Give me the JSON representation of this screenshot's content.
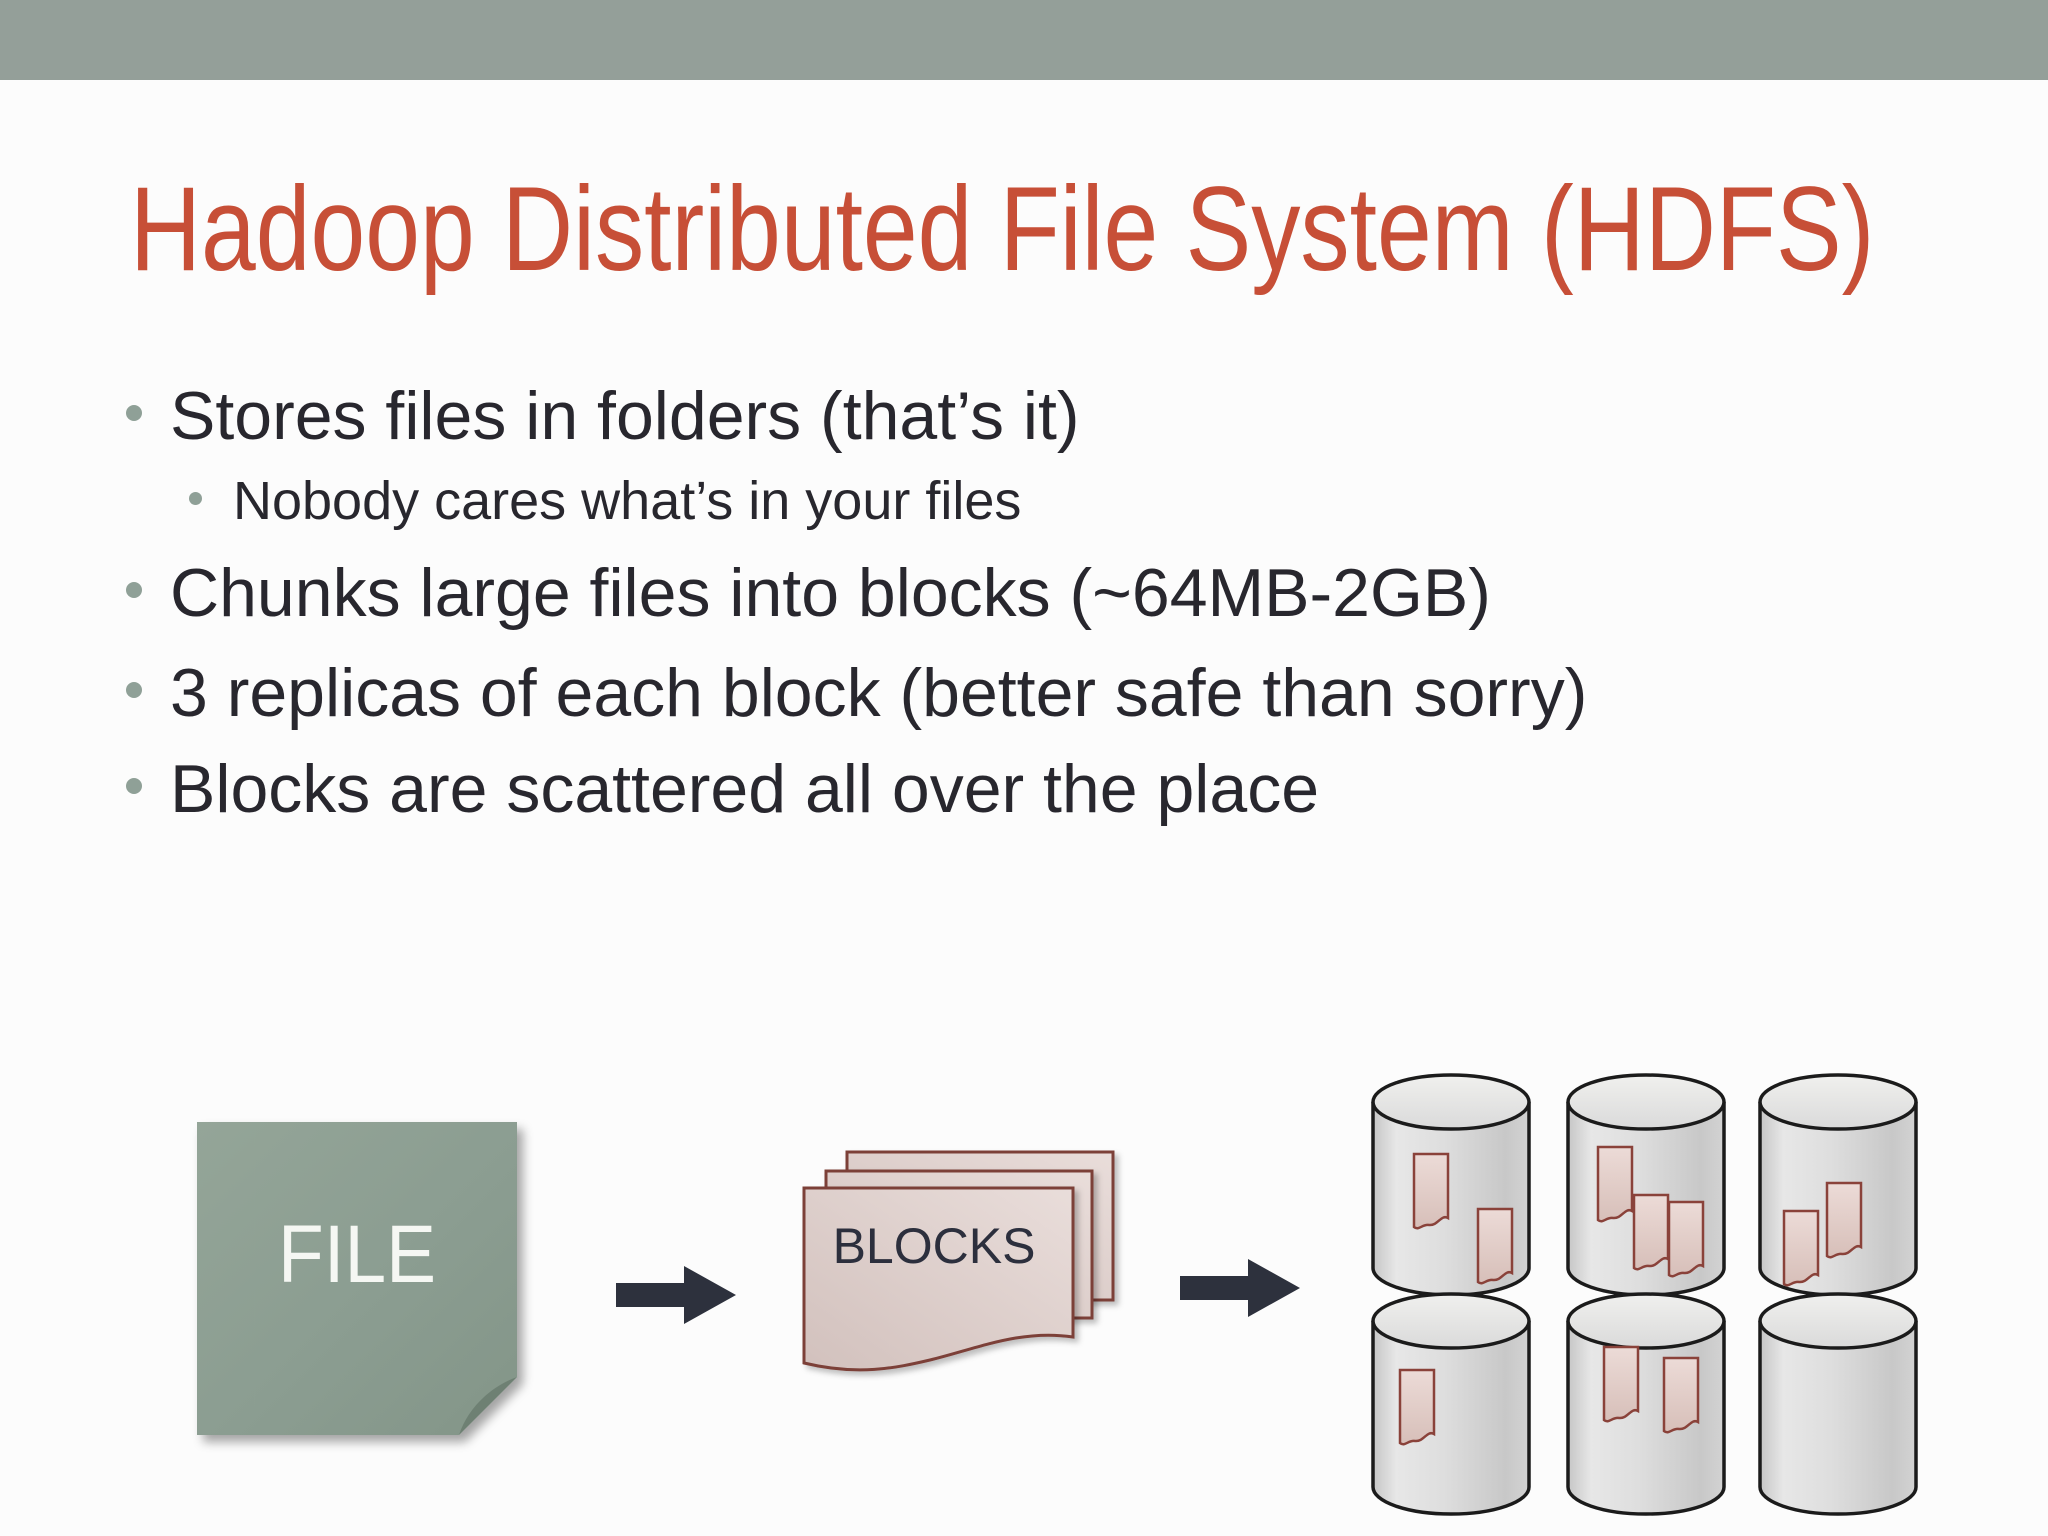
{
  "slide": {
    "title": "Hadoop Distributed File System (HDFS)",
    "bullets": [
      {
        "level": 1,
        "text": "Stores files in folders (that’s it)"
      },
      {
        "level": 2,
        "text": "Nobody cares what’s in your files"
      },
      {
        "level": 1,
        "text": "Chunks large files into blocks (~64MB-2GB)"
      },
      {
        "level": 1,
        "text": "3 replicas of each block (better safe than sorry)"
      },
      {
        "level": 1,
        "text": "Blocks are scattered all over the place"
      }
    ]
  },
  "diagram": {
    "file_label": "FILE",
    "blocks_label": "BLOCKS",
    "storage_nodes": [
      {
        "block_count": 2
      },
      {
        "block_count": 3
      },
      {
        "block_count": 2
      },
      {
        "block_count": 1
      },
      {
        "block_count": 2
      },
      {
        "block_count": 0
      }
    ]
  },
  "colors": {
    "background": "#fcfcfc",
    "banner": "#949f99",
    "title_text": "#c74f37",
    "body_text": "#28272e",
    "bullet_dot": "#8fa097",
    "file_fill": "#8b9d91",
    "file_fold": "#6e8073",
    "file_label_text": "#f5f7f3",
    "arrow": "#2d313d",
    "sheet_fill": "#decfcb",
    "sheet_border": "#7b3f39",
    "blocks_label_text": "#2c2f3d",
    "cylinder_fill": "#d7d7d7",
    "cylinder_stroke": "#1b1b1b",
    "tag_fill": "#e2cfca",
    "tag_border": "#8a423a"
  }
}
